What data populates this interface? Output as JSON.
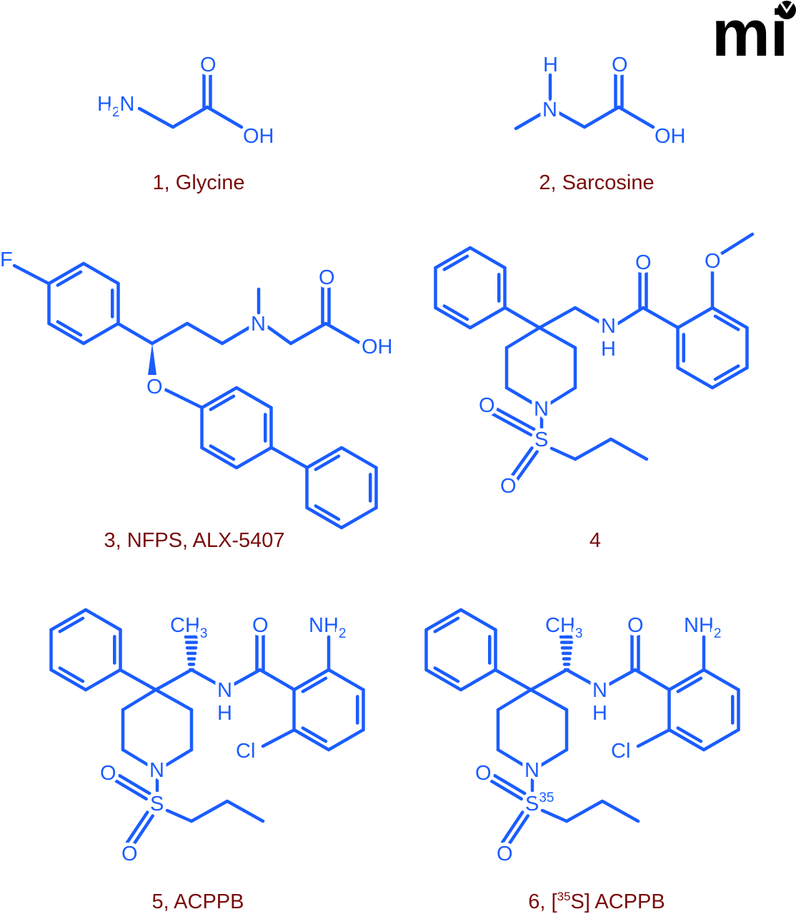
{
  "logo": {
    "text": "mi"
  },
  "colors": {
    "structure": "#1a5cff",
    "caption": "#7a0a0a",
    "logo": "#000000"
  },
  "compounds": [
    {
      "caption": "1, Glycine",
      "atoms": {
        "n": "H",
        "n_sub": "2",
        "n2": "N",
        "o": "O",
        "oh": "OH"
      }
    },
    {
      "caption": "2, Sarcosine",
      "atoms": {
        "h": "H",
        "n": "N",
        "o": "O",
        "oh": "OH"
      }
    },
    {
      "caption": "3, NFPS, ALX-5407",
      "atoms": {
        "f": "F",
        "n": "N",
        "o": "O",
        "oh": "OH",
        "o_ether": "O"
      }
    },
    {
      "caption": "4",
      "atoms": {
        "n_amide": "N",
        "h_amide": "H",
        "o_carbonyl": "O",
        "o_methoxy": "O",
        "n_pip": "N",
        "s": "S",
        "o1": "O",
        "o2": "O"
      }
    },
    {
      "caption": "5, ACPPB",
      "atoms": {
        "ch": "CH",
        "ch_sub": "3",
        "n_amide": "N",
        "h_amide": "H",
        "o_carbonyl": "O",
        "nh": "NH",
        "nh_sub": "2",
        "cl": "Cl",
        "n_pip": "N",
        "s": "S",
        "o1": "O",
        "o2": "O"
      }
    },
    {
      "caption": "6, [35S] ACPPB",
      "caption_parts": {
        "pre": "6, [",
        "sup": "35",
        "post": "S] ACPPB"
      },
      "atoms": {
        "ch": "CH",
        "ch_sub": "3",
        "n_amide": "N",
        "h_amide": "H",
        "o_carbonyl": "O",
        "nh": "NH",
        "nh_sub": "2",
        "cl": "Cl",
        "n_pip": "N",
        "s": "S",
        "s_sup": "35",
        "o1": "O",
        "o2": "O"
      }
    }
  ]
}
